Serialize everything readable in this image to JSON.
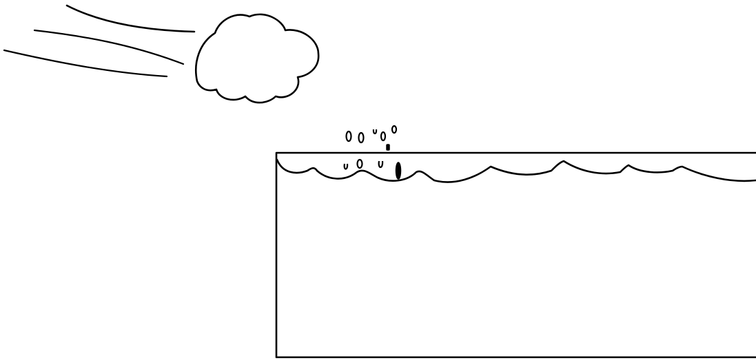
{
  "drawing": {
    "ink_color": "#000000",
    "background_color": "#ffffff",
    "elements": [
      "speed-lines",
      "cloud",
      "rain-drops",
      "water-container",
      "water-surface"
    ]
  }
}
